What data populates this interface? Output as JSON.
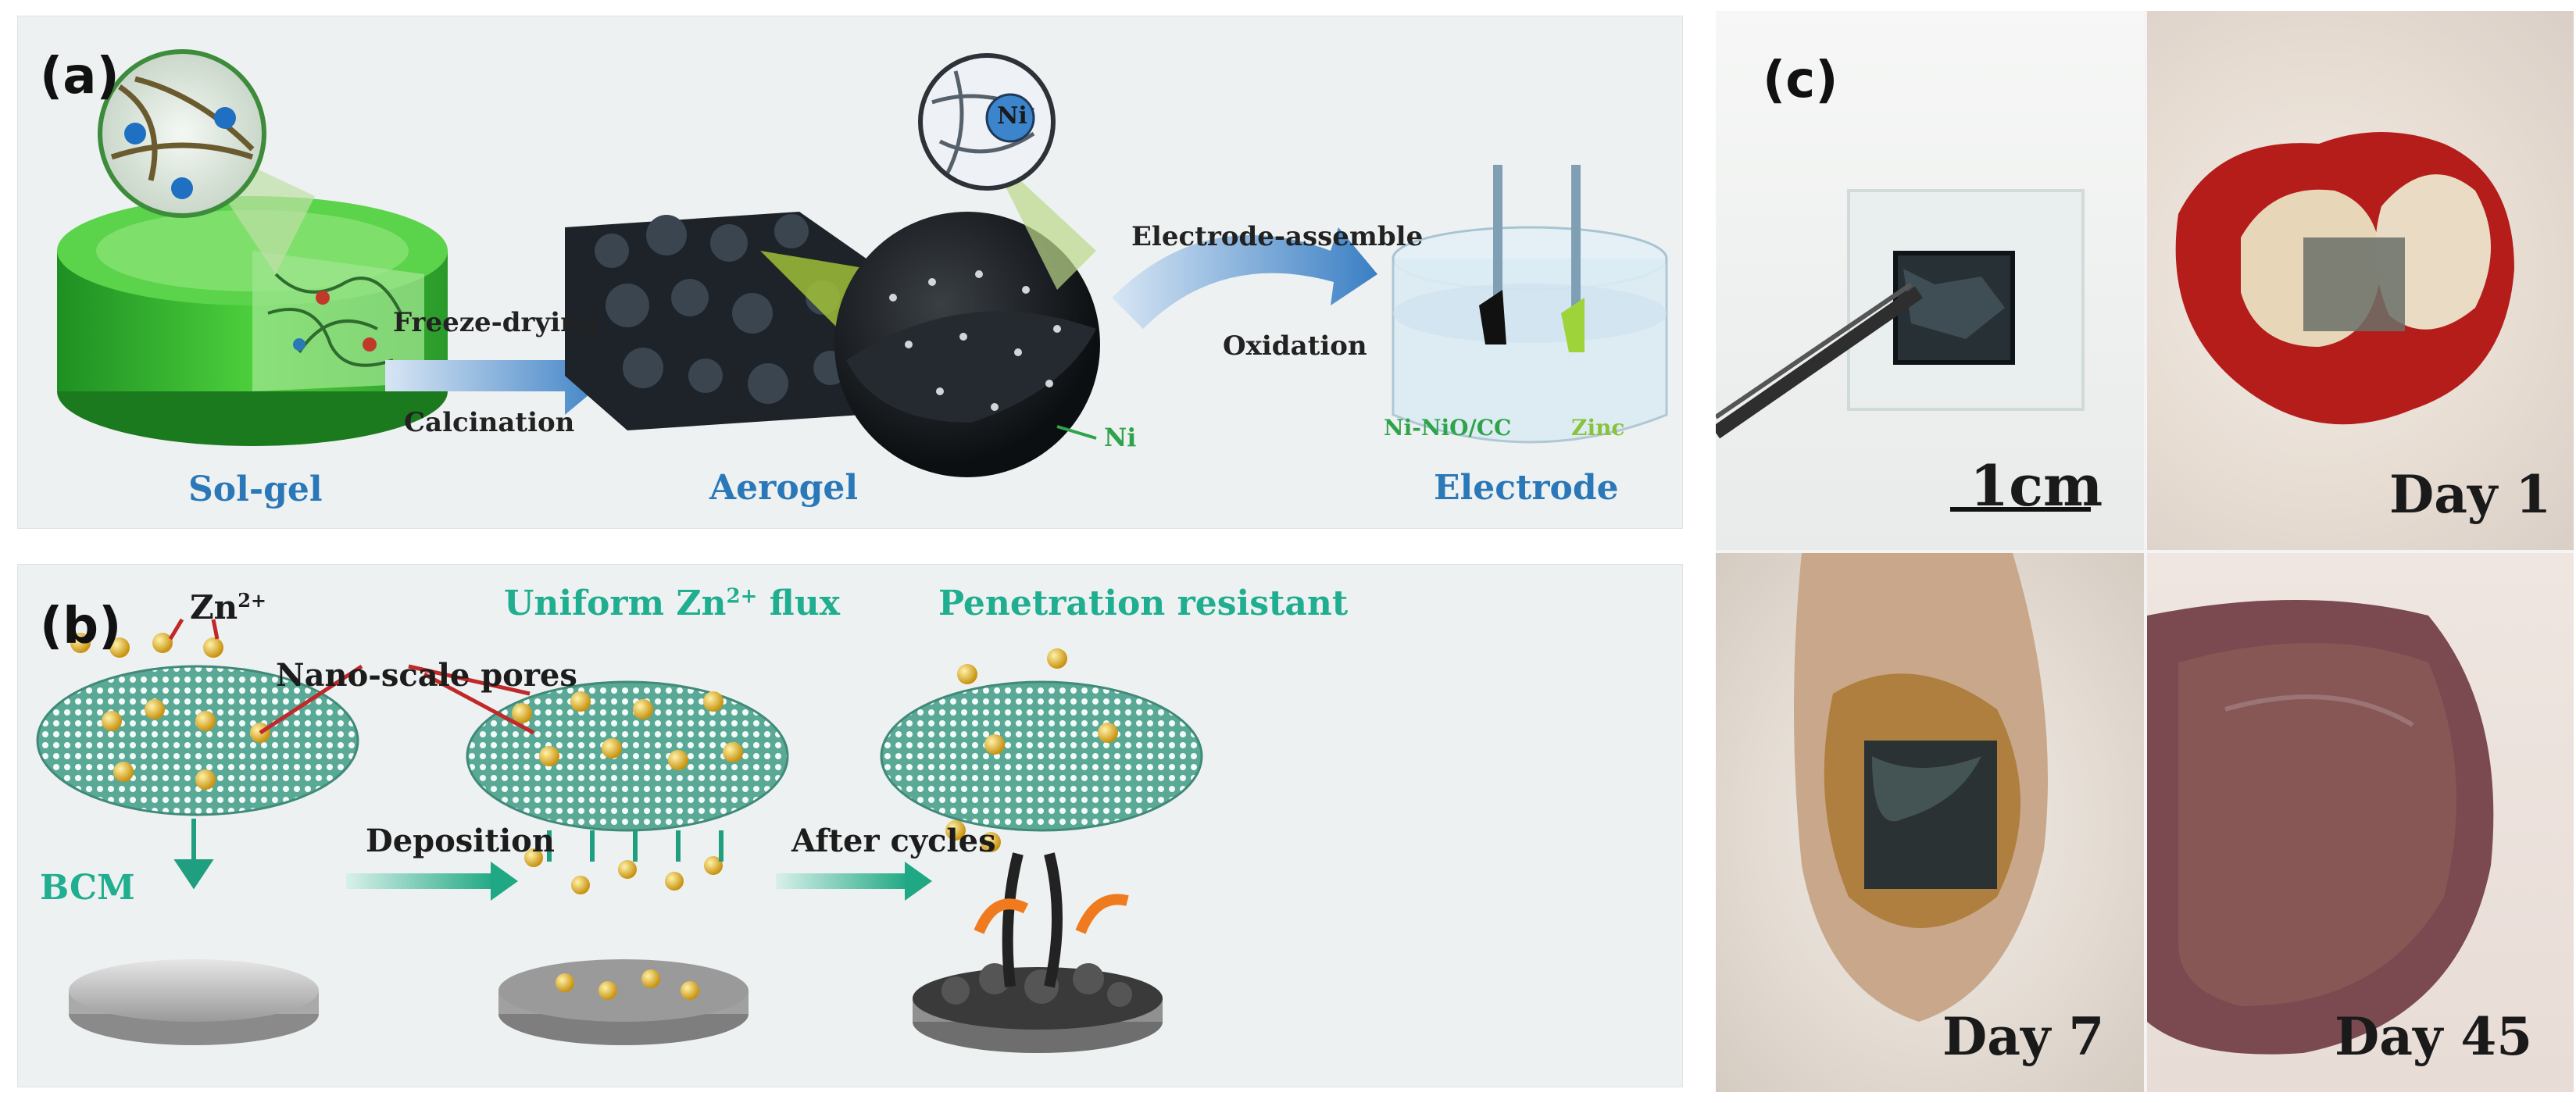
{
  "panel_a": {
    "letter": "(a)",
    "sol_gel": "Sol-gel",
    "freeze_drying": "Freeze-drying",
    "calcination": "Calcination",
    "aerogel": "Aerogel",
    "ni_bubble": "Ni",
    "ni_pointer": "Ni",
    "electrode_assemble": "Electrode-assemble",
    "oxidation": "Oxidation",
    "ni_nio_cc": "Ni-NiO/CC",
    "zinc": "Zinc",
    "electrode": "Electrode"
  },
  "panel_b": {
    "letter": "(b)",
    "zn_ion": "Zn",
    "zn_charge": "2+",
    "nano_pores": "Nano-scale pores",
    "uniform_flux_pre": "Uniform Zn",
    "uniform_flux_sup": "2+",
    "uniform_flux_post": " flux",
    "penetration": "Penetration resistant",
    "bcm": "BCM",
    "deposition": "Deposition",
    "after_cycles": "After cycles"
  },
  "panel_c": {
    "letter": "(c)",
    "scale": "1cm",
    "day1": "Day 1",
    "day7": "Day 7",
    "day45": "Day 45"
  },
  "colors": {
    "panel_bg": "#eef1f1",
    "caption_blue": "#2a78b8",
    "caption_green": "#1fae8f",
    "hydrogel_green": "#3fbf3f",
    "arrow_red": "#c0282a",
    "arrow_orange": "#f07a1e",
    "membrane_teal": "#4fa392",
    "zn_gold": "#e6b428"
  }
}
